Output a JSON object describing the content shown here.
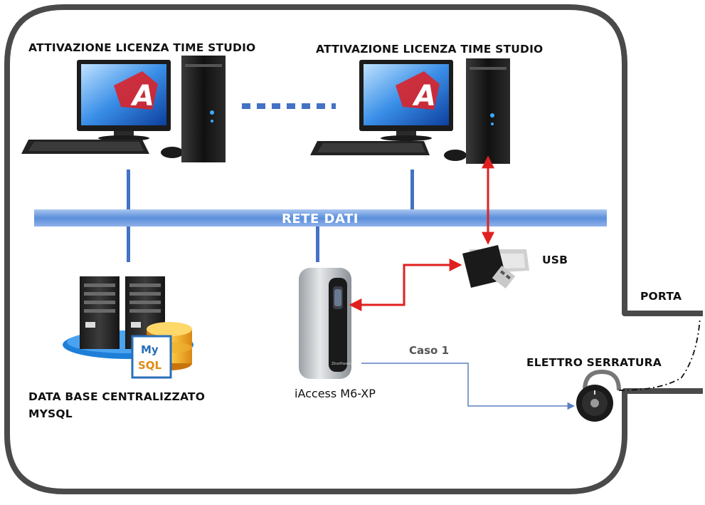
{
  "workstations": [
    {
      "label": "ATTIVAZIONE LICENZA TIME STUDIO",
      "logo_letter": "A"
    },
    {
      "label": "ATTIVAZIONE LICENZA TIME STUDIO",
      "logo_letter": "A"
    }
  ],
  "network": {
    "label": "RETE DATI"
  },
  "database": {
    "label_line1": "DATA BASE CENTRALIZZATO",
    "label_line2": "MYSQL",
    "logo_line1": "My",
    "logo_line2": "SQL"
  },
  "reader": {
    "label": "iAccess M6-XP",
    "brand": "Zksoftware"
  },
  "usb": {
    "label": "USB"
  },
  "door": {
    "label": "PORTA"
  },
  "lock": {
    "label": "ELETTRO SERRATURA"
  },
  "link_case": {
    "label": "Caso 1"
  },
  "colors": {
    "network_bar": "#5b8edb",
    "connector": "#4472c4",
    "usb_link": "#e02020",
    "lock_link": "#5b7fc0",
    "frame": "#4a4a4a"
  }
}
